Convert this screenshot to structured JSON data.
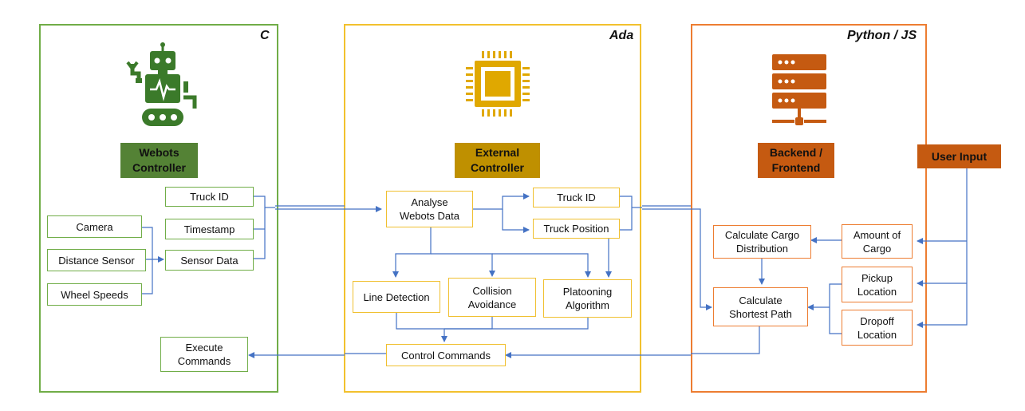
{
  "colors": {
    "webots": "#70ad47",
    "external": "#f2c12e",
    "backend": "#ed7d31",
    "connector": "#4472c4",
    "webots_title_bg": "#548235",
    "external_title_bg": "#bf9000",
    "backend_title_bg": "#c55a11",
    "robot_icon": "#3b7a2a",
    "chip_icon": "#e0a800",
    "server_icon": "#c55a11"
  },
  "panels": {
    "webots": {
      "language": "C",
      "icon": "robot-icon",
      "title": "Webots\nController",
      "boxes": {
        "truck_id": "Truck ID",
        "timestamp": "Timestamp",
        "sensor_data": "Sensor Data",
        "camera": "Camera",
        "distance_sensor": "Distance Sensor",
        "wheel_speeds": "Wheel Speeds",
        "execute_commands": "Execute\nCommands"
      }
    },
    "external": {
      "language": "Ada",
      "icon": "chip-icon",
      "title": "External\nController",
      "boxes": {
        "analyse": "Analyse\nWebots Data",
        "truck_id": "Truck ID",
        "truck_position": "Truck Position",
        "line_detection": "Line Detection",
        "collision_avoidance": "Collision\nAvoidance",
        "platooning": "Platooning\nAlgorithm",
        "control_commands": "Control Commands"
      }
    },
    "backend": {
      "language": "Python / JS",
      "icon": "server-icon",
      "title": "Backend /\nFrontend",
      "boxes": {
        "calc_cargo": "Calculate Cargo\nDistribution",
        "calc_path": "Calculate\nShortest Path",
        "amount_cargo": "Amount of\nCargo",
        "pickup": "Pickup\nLocation",
        "dropoff": "Dropoff\nLocation"
      }
    }
  },
  "user_input": "User Input"
}
